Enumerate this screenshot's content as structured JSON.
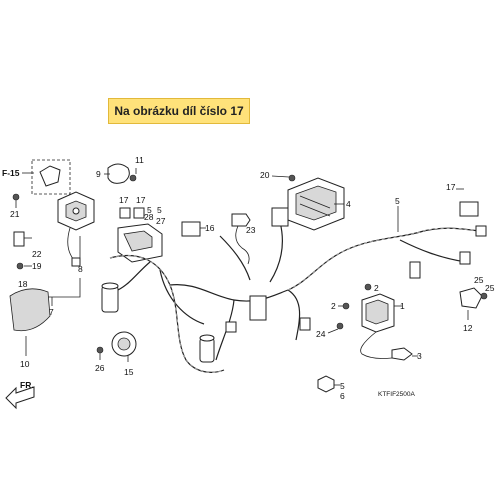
{
  "banner": {
    "text": "Na obrázku díl číslo 17"
  },
  "diagram": {
    "section_ref": "F-15",
    "front_label": "FR.",
    "drawing_code": "KTFIF2500A",
    "callouts": {
      "c1": "1",
      "c2a": "2",
      "c2b": "2",
      "c3": "3",
      "c4": "4",
      "c5a": "5",
      "c5b": "5",
      "c5c": "5",
      "c6": "6",
      "c7": "7",
      "c8": "8",
      "c9": "9",
      "c10": "10",
      "c11": "11",
      "c12": "12",
      "c15": "15",
      "c16": "16",
      "c17a": "17",
      "c17b": "17",
      "c17c": "17",
      "c18": "18",
      "c19": "19",
      "c20": "20",
      "c21": "21",
      "c22": "22",
      "c23": "23",
      "c24": "24",
      "c25a": "25",
      "c25b": "25",
      "c26": "26",
      "c27": "27",
      "c28": "28"
    }
  }
}
